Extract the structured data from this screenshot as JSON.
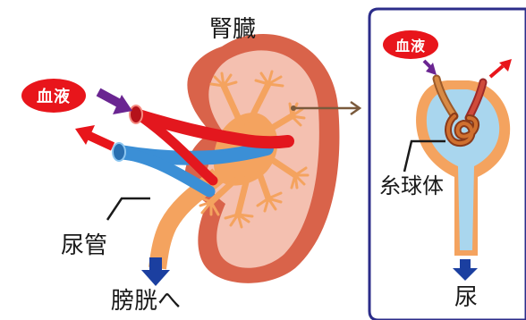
{
  "labels": {
    "kidney": "腎臓",
    "blood": "血液",
    "ureter": "尿管",
    "to_bladder": "膀胱へ",
    "glomerulus": "糸球体",
    "urine": "尿"
  },
  "colors": {
    "kidney_outer": "#d9634a",
    "kidney_inner": "#f4c0b0",
    "renal_pelvis": "#f4a35f",
    "artery": "#e3171e",
    "vein": "#3b8fd6",
    "arrow_in": "#6a2591",
    "arrow_out": "#e8151b",
    "arrow_down": "#1b3fa0",
    "panel_border": "#2c2d8a",
    "panel_fill": "#ffffff",
    "capsule": "#a9d6ee",
    "pointer": "#7a5a3c"
  }
}
